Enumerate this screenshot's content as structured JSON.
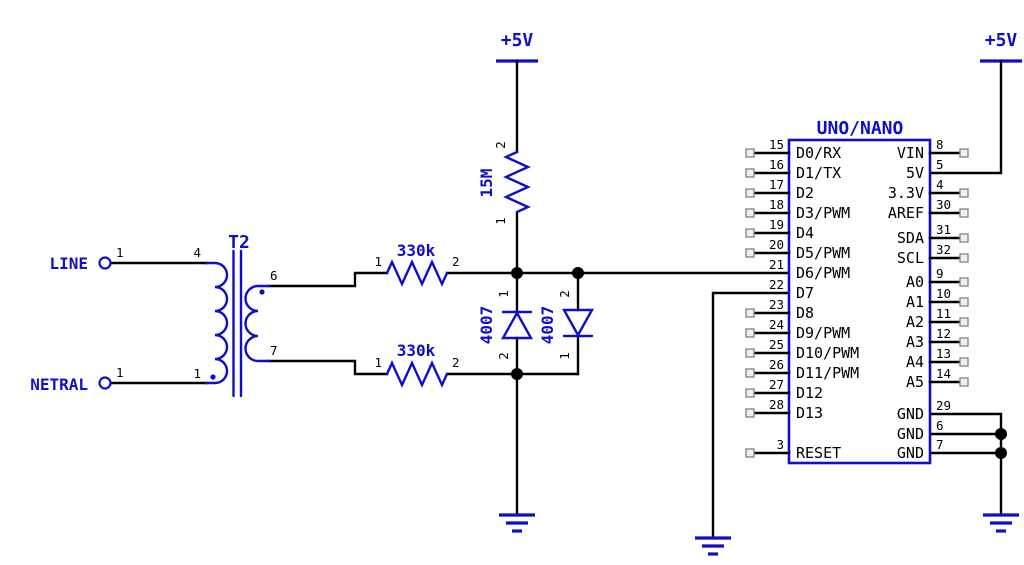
{
  "colors": {
    "blue": "#0f0fc8",
    "wire": "#000000",
    "pin_square_fill": "#f0f0f0",
    "pin_square_border": "#8a8a8a"
  },
  "power": {
    "center_label": "+5V",
    "right_label": "+5V"
  },
  "terminals": {
    "line": {
      "label": "LINE",
      "pin": "1"
    },
    "neutral": {
      "label": "NETRAL",
      "pin": "1"
    }
  },
  "transformer": {
    "ref": "T2",
    "primary_top_pin": "4",
    "primary_bottom_pin": "1",
    "secondary_top_pin": "6",
    "secondary_bottom_pin": "7"
  },
  "resistors": {
    "r1": {
      "value": "15M",
      "pin_top": "2",
      "pin_bottom": "1"
    },
    "r2": {
      "value": "330k",
      "pin_left": "1",
      "pin_right": "2"
    },
    "r3": {
      "value": "330k",
      "pin_left": "1",
      "pin_right": "2"
    }
  },
  "diodes": {
    "d1": {
      "value": "4007",
      "pin_top": "1",
      "pin_bottom": "2"
    },
    "d2": {
      "value": "4007",
      "pin_top": "2",
      "pin_bottom": "1"
    }
  },
  "mcu": {
    "title": "UNO/NANO",
    "left_pins": [
      {
        "num": "15",
        "label": "D0/RX"
      },
      {
        "num": "16",
        "label": "D1/TX"
      },
      {
        "num": "17",
        "label": "D2"
      },
      {
        "num": "18",
        "label": "D3/PWM"
      },
      {
        "num": "19",
        "label": "D4"
      },
      {
        "num": "20",
        "label": "D5/PWM"
      },
      {
        "num": "21",
        "label": "D6/PWM",
        "connected": true
      },
      {
        "num": "22",
        "label": "D7",
        "connected": true
      },
      {
        "num": "23",
        "label": "D8"
      },
      {
        "num": "24",
        "label": "D9/PWM"
      },
      {
        "num": "25",
        "label": "D10/PWM"
      },
      {
        "num": "26",
        "label": "D11/PWM"
      },
      {
        "num": "27",
        "label": "D12"
      },
      {
        "num": "28",
        "label": "D13"
      },
      {
        "num": "3",
        "label": "RESET"
      }
    ],
    "right_pins": [
      {
        "num": "8",
        "label": "VIN"
      },
      {
        "num": "5",
        "label": "5V",
        "connected": true
      },
      {
        "num": "4",
        "label": "3.3V"
      },
      {
        "num": "30",
        "label": "AREF"
      },
      {
        "num": "31",
        "label": "SDA"
      },
      {
        "num": "32",
        "label": "SCL"
      },
      {
        "num": "9",
        "label": "A0"
      },
      {
        "num": "10",
        "label": "A1"
      },
      {
        "num": "11",
        "label": "A2"
      },
      {
        "num": "12",
        "label": "A3"
      },
      {
        "num": "13",
        "label": "A4"
      },
      {
        "num": "14",
        "label": "A5"
      },
      {
        "num": "29",
        "label": "GND",
        "connected": true
      },
      {
        "num": "6",
        "label": "GND",
        "connected": true
      },
      {
        "num": "7",
        "label": "GND",
        "connected": true
      }
    ]
  }
}
